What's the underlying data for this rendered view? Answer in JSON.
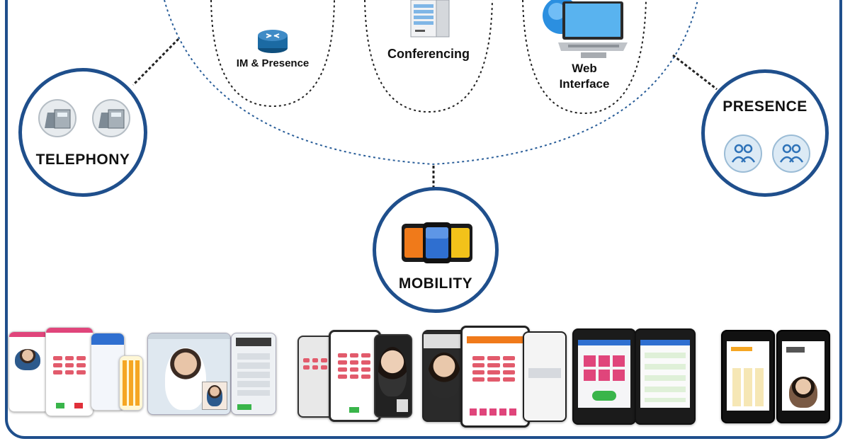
{
  "diagram": {
    "nodes": {
      "im_presence": {
        "label": "IM & Presence",
        "icon": "router-icon"
      },
      "conferencing": {
        "label": "Conferencing",
        "icon": "server-icon"
      },
      "web_interface": {
        "label_line1": "Web",
        "label_line2": "Interface",
        "icon": "laptop-globe-icon"
      }
    },
    "hubs": {
      "telephony": {
        "label": "TELEPHONY",
        "icon": "desk-phone-icon"
      },
      "presence": {
        "label": "PRESENCE",
        "icon": "presence-people-icon"
      },
      "mobility": {
        "label": "MOBILITY",
        "icon": "mobile-apps-icon"
      }
    },
    "devices": [
      "tablet-softphone-device",
      "desktop-video-client-device",
      "android-phones-device",
      "iphone-apps-device",
      "blackberry-phones-device",
      "nokia-phones-device"
    ]
  },
  "colors": {
    "frame": "#1f4f8c",
    "hub_border": "#1f4f8c",
    "dotted_blue": "#2a5e99",
    "dotted_black": "#222222",
    "mobility_orange": "#f07a1a",
    "mobility_blue": "#2f6fd0",
    "mobility_yellow": "#f2c21a",
    "keypad_pink": "#e25b6c"
  }
}
